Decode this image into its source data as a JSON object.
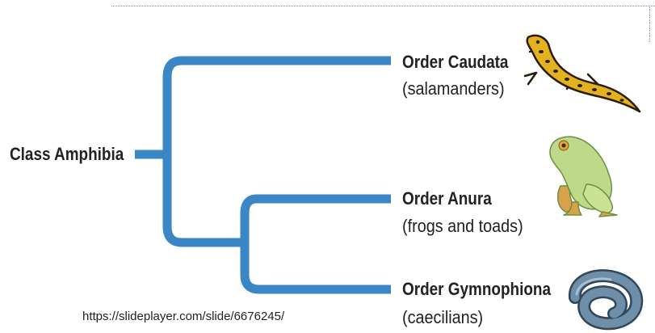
{
  "class_label": "Class Amphibia",
  "orders": [
    {
      "name": "Order Caudata",
      "common": "(salamanders)",
      "icon": "salamander-icon"
    },
    {
      "name": "Order Anura",
      "common": "(frogs and toads)",
      "icon": "frog-icon"
    },
    {
      "name": "Order Gymnophiona",
      "common": "(caecilians)",
      "icon": "caecilian-icon"
    }
  ],
  "source_url": "https://slideplayer.com/slide/6676245/",
  "colors": {
    "branch": "#3b87c6",
    "text": "#222222"
  }
}
